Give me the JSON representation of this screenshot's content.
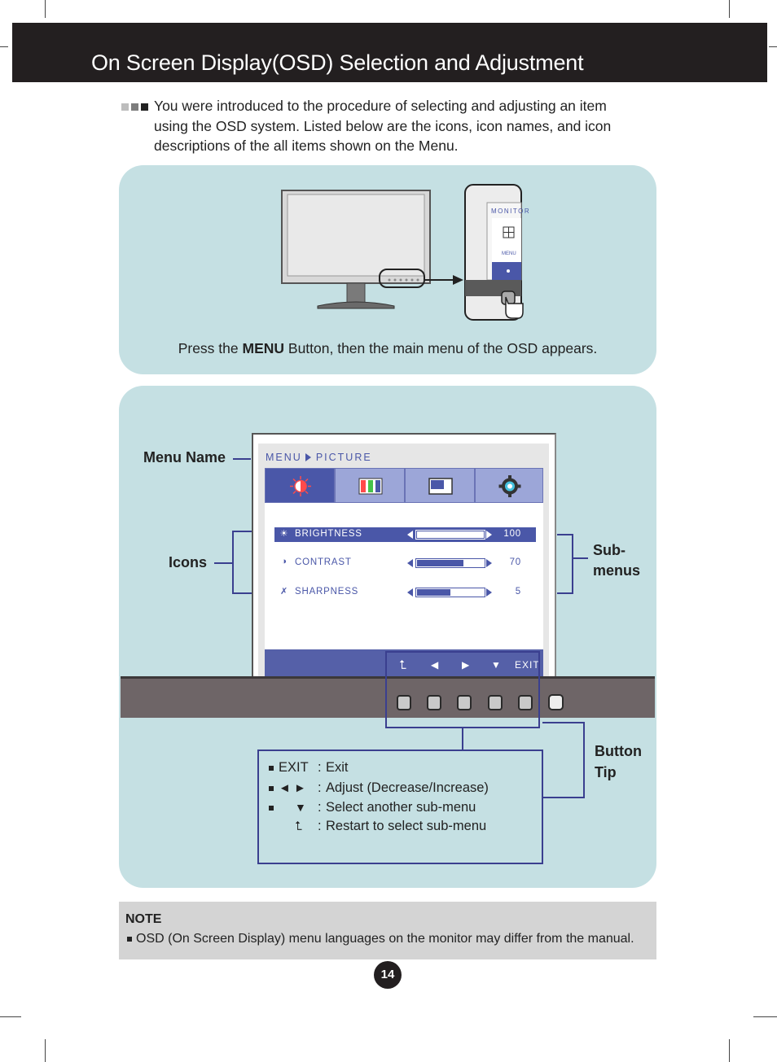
{
  "header": {
    "title": "On Screen Display(OSD) Selection and Adjustment"
  },
  "intro": {
    "text": "You were introduced to the procedure of selecting and adjusting an item using the OSD system. Listed below are the icons, icon names, and icon descriptions of the all items shown on the Menu."
  },
  "step": {
    "press_prefix": "Press the ",
    "press_bold": "MENU",
    "press_suffix": " Button, then the main menu of the OSD appears."
  },
  "inset": {
    "osd_label": "MONITOR",
    "menu_label": "MENU"
  },
  "callouts": {
    "menu_name": "Menu Name",
    "icons": "Icons",
    "submenus_line1": "Sub-",
    "submenus_line2": "menus",
    "button_tip_line1": "Button",
    "button_tip_line2": "Tip"
  },
  "osd": {
    "menu": "MENU",
    "name": "PICTURE",
    "tabs": [
      {
        "icon": "brightness-contrast-icon",
        "active": true
      },
      {
        "icon": "color-bars-icon",
        "active": false
      },
      {
        "icon": "screen-position-icon",
        "active": false
      },
      {
        "icon": "settings-gear-icon",
        "active": false
      }
    ],
    "submenus": [
      {
        "icon": "☀",
        "label": "BRIGHTNESS",
        "value": "100",
        "level": 1.0,
        "selected": true
      },
      {
        "icon": "◑",
        "label": "CONTRAST",
        "value": "70",
        "level": 0.7,
        "selected": false
      },
      {
        "icon": "✗",
        "label": "SHARPNESS",
        "value": "5",
        "level": 0.5,
        "selected": false
      }
    ],
    "button_tips": {
      "up": "⮤",
      "left": "◀",
      "right": "▶",
      "down": "▼",
      "exit": "EXIT"
    }
  },
  "legend": {
    "rows": [
      {
        "key": "EXIT",
        "colon": ":",
        "desc": "Exit",
        "bullet": true
      },
      {
        "key": "◄ ►",
        "colon": ":",
        "desc": "Adjust (Decrease/Increase)",
        "bullet": true
      },
      {
        "key": "▼",
        "colon": ":",
        "desc": "Select another sub-menu",
        "bullet": true
      },
      {
        "key": "⮤",
        "colon": ":",
        "desc": "Restart to select sub-menu",
        "bullet": false
      }
    ]
  },
  "note": {
    "title": "NOTE",
    "text": "OSD (On Screen Display) menu languages on the monitor may differ from the manual."
  },
  "page_number": "14",
  "colors": {
    "header_bg": "#231f20",
    "panel_bg": "#c5e0e3",
    "osd_accent": "#4a57a8",
    "callout_line": "#3a3f8f",
    "note_bg": "#d4d4d4"
  }
}
